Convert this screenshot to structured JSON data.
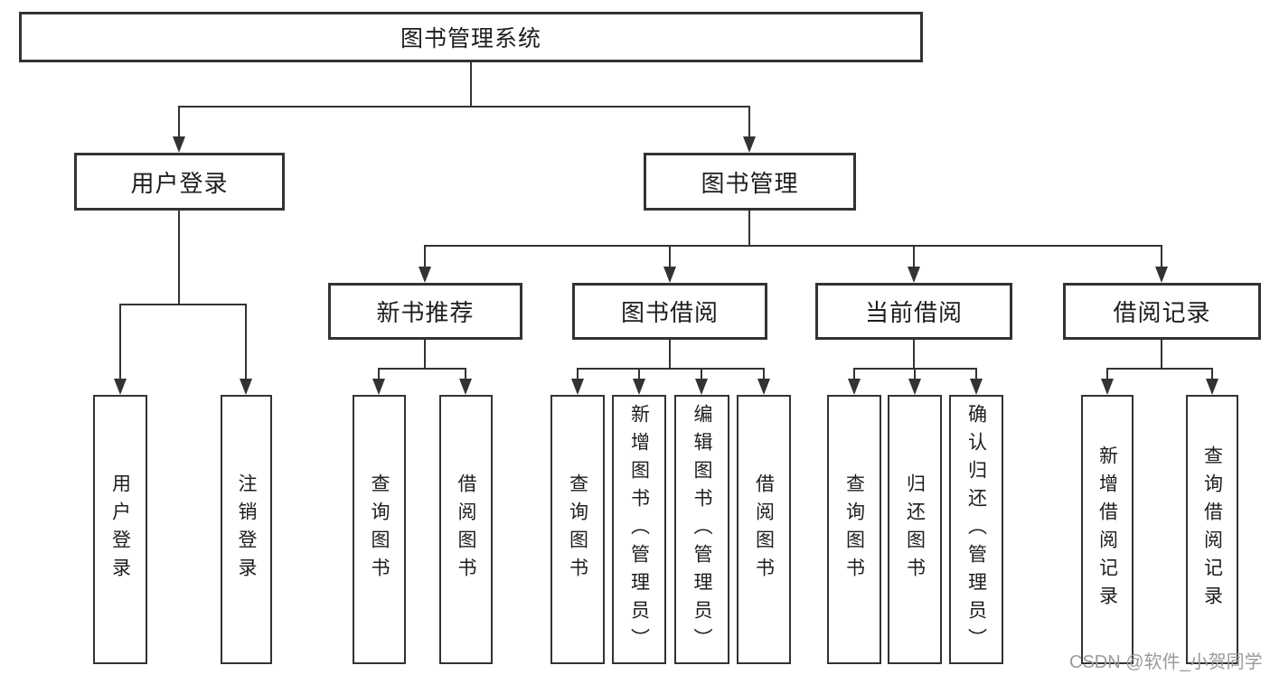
{
  "tree": {
    "root": {
      "label": "图书管理系统",
      "children": [
        {
          "label": "用户登录",
          "children": [
            {
              "label": "用户登录"
            },
            {
              "label": "注销登录"
            }
          ]
        },
        {
          "label": "图书管理",
          "children": [
            {
              "label": "新书推荐",
              "children": [
                {
                  "label": "查询图书"
                },
                {
                  "label": "借阅图书"
                }
              ]
            },
            {
              "label": "图书借阅",
              "children": [
                {
                  "label": "查询图书"
                },
                {
                  "label": "新增图书（管理员）"
                },
                {
                  "label": "编辑图书（管理员）"
                },
                {
                  "label": "借阅图书"
                }
              ]
            },
            {
              "label": "当前借阅",
              "children": [
                {
                  "label": "查询图书"
                },
                {
                  "label": "归还图书"
                },
                {
                  "label": "确认归还（管理员）"
                }
              ]
            },
            {
              "label": "借阅记录",
              "children": [
                {
                  "label": "新增借阅记录"
                },
                {
                  "label": "查询借阅记录"
                }
              ]
            }
          ]
        }
      ]
    }
  },
  "watermark": {
    "text": "CSDN @软件_小贺同学"
  },
  "colors": {
    "line": "#333333",
    "text": "#1d1d1d",
    "box_background": "#ffffff",
    "watermark": "#9a9a9a",
    "background": "#ffffff"
  }
}
